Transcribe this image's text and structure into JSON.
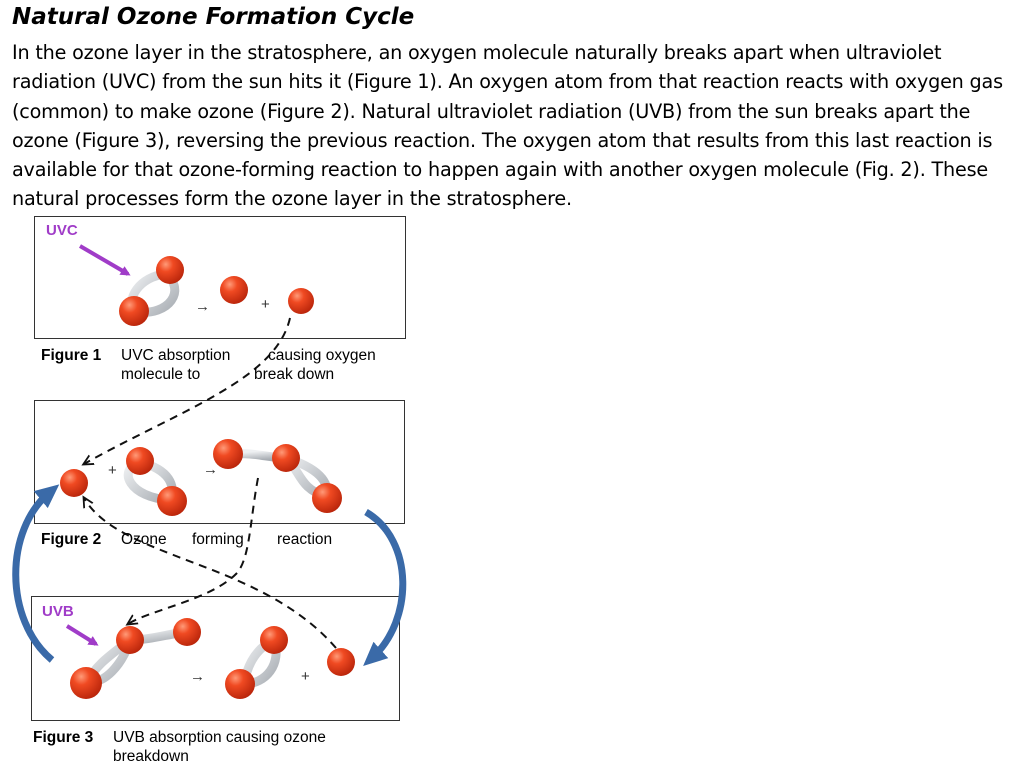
{
  "title": "Natural Ozone Formation Cycle",
  "paragraph": "In the ozone layer in the stratosphere, an oxygen molecule naturally breaks apart when ultraviolet radiation (UVC) from the sun hits it (Figure 1). An oxygen atom from that reaction reacts with oxygen gas (common) to make ozone (Figure 2). Natural ultraviolet radiation (UVB) from the sun breaks apart the ozone (Figure 3), reversing the previous reaction. The oxygen atom that results from this last reaction is available for that ozone-forming reaction to happen again with another oxygen molecule (Fig. 2). These natural processes form the ozone layer in the stratosphere.",
  "figure1": {
    "uv_label": "UVC",
    "arrow": "→",
    "plus": "+",
    "caption_label": "Figure 1",
    "caption_text_1": "UVC absorption",
    "caption_text_2": "molecule to",
    "caption_text_3": "causing oxygen",
    "caption_text_4": "break down"
  },
  "figure2": {
    "plus": "+",
    "arrow": "→",
    "caption_label": "Figure 2",
    "caption_text_1": "Ozone",
    "caption_text_2": "forming",
    "caption_text_3": "reaction"
  },
  "figure3": {
    "uv_label": "UVB",
    "arrow": "→",
    "plus": "+",
    "caption_label": "Figure 3",
    "caption_text_1": "UVB absorption causing ozone",
    "caption_text_2": "breakdown"
  },
  "colors": {
    "atom": "#e8401c",
    "bond": "#c8ccd0",
    "uv_arrow": "#a03cc8",
    "cycle_arrow": "#3a6aa8"
  }
}
